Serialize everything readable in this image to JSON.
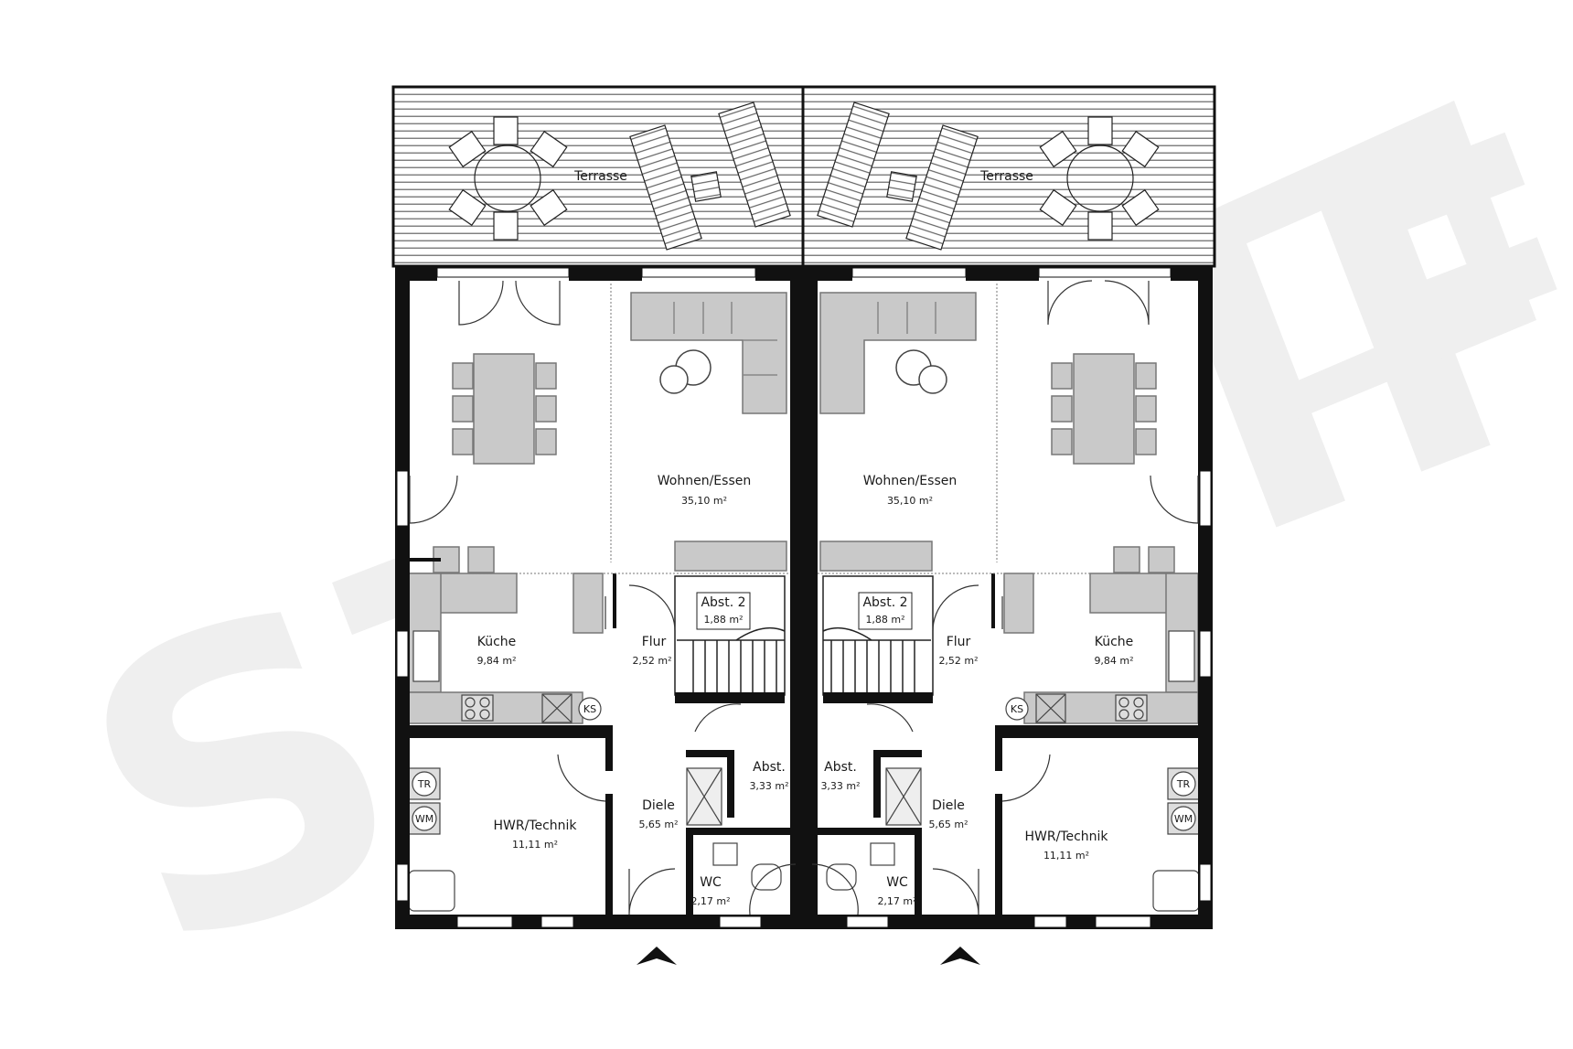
{
  "watermark": "STREIF",
  "houses": [
    {
      "terrace": "Terrasse",
      "rooms": [
        {
          "key": "wohnen",
          "name": "Wohnen/Essen",
          "area": "35,10 m²"
        },
        {
          "key": "kueche",
          "name": "Küche",
          "area": "9,84 m²"
        },
        {
          "key": "flur",
          "name": "Flur",
          "area": "2,52 m²"
        },
        {
          "key": "abst2",
          "name": "Abst. 2",
          "area": "1,88 m²"
        },
        {
          "key": "abst",
          "name": "Abst.",
          "area": "3,33 m²"
        },
        {
          "key": "diele",
          "name": "Diele",
          "area": "5,65 m²"
        },
        {
          "key": "wc",
          "name": "WC",
          "area": "2,17 m²"
        },
        {
          "key": "hwr",
          "name": "HWR/Technik",
          "area": "11,11 m²"
        }
      ],
      "appliances": {
        "ks": "KS",
        "tr": "TR",
        "wm": "WM"
      }
    },
    {
      "terrace": "Terrasse",
      "rooms": [
        {
          "key": "wohnen",
          "name": "Wohnen/Essen",
          "area": "35,10 m²"
        },
        {
          "key": "kueche",
          "name": "Küche",
          "area": "9,84 m²"
        },
        {
          "key": "flur",
          "name": "Flur",
          "area": "2,52 m²"
        },
        {
          "key": "abst2",
          "name": "Abst. 2",
          "area": "1,88 m²"
        },
        {
          "key": "abst",
          "name": "Abst.",
          "area": "3,33 m²"
        },
        {
          "key": "diele",
          "name": "Diele",
          "area": "5,65 m²"
        },
        {
          "key": "wc",
          "name": "WC",
          "area": "2,17 m²"
        },
        {
          "key": "hwr",
          "name": "HWR/Technik",
          "area": "11,11 m²"
        }
      ],
      "appliances": {
        "ks": "KS",
        "tr": "TR",
        "wm": "WM"
      }
    }
  ]
}
